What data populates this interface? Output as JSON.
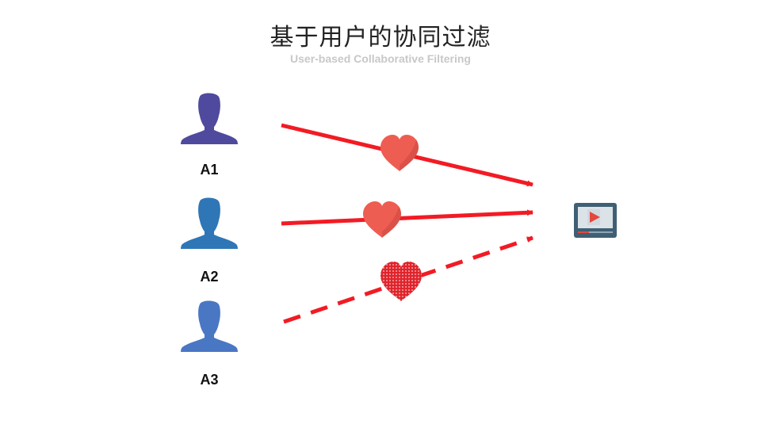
{
  "title": "基于用户的协同过滤",
  "subtitle": "User-based Collaborative Filtering",
  "users": [
    {
      "label": "A1",
      "color": "#4f4a9e"
    },
    {
      "label": "A2",
      "color": "#2f76b6"
    },
    {
      "label": "A3",
      "color": "#4a77c4"
    }
  ],
  "arrow_color": "#f21b24",
  "heart_color": "#ee5d52",
  "dotted_heart_color": "#e0242c",
  "item_icon": "video-player-icon"
}
